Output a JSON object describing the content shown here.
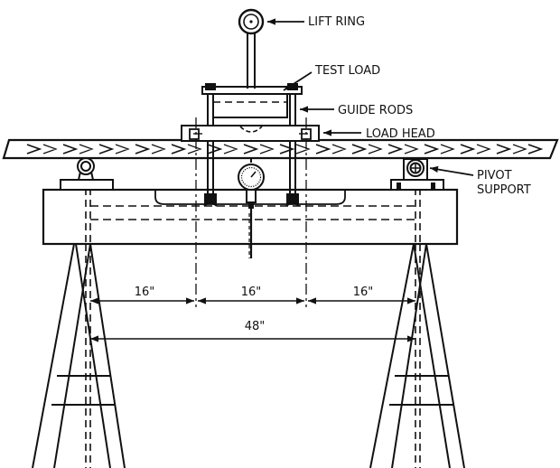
{
  "labels": {
    "lift_ring": "LIFT RING",
    "test_load": "TEST LOAD",
    "guide_rods": "GUIDE RODS",
    "load_head": "LOAD HEAD",
    "pivot_line1": "PIVOT",
    "pivot_line2": "SUPPORT"
  },
  "dimensions": {
    "span_left": "16\"",
    "span_middle": "16\"",
    "span_right": "16\"",
    "span_total": "48\""
  }
}
